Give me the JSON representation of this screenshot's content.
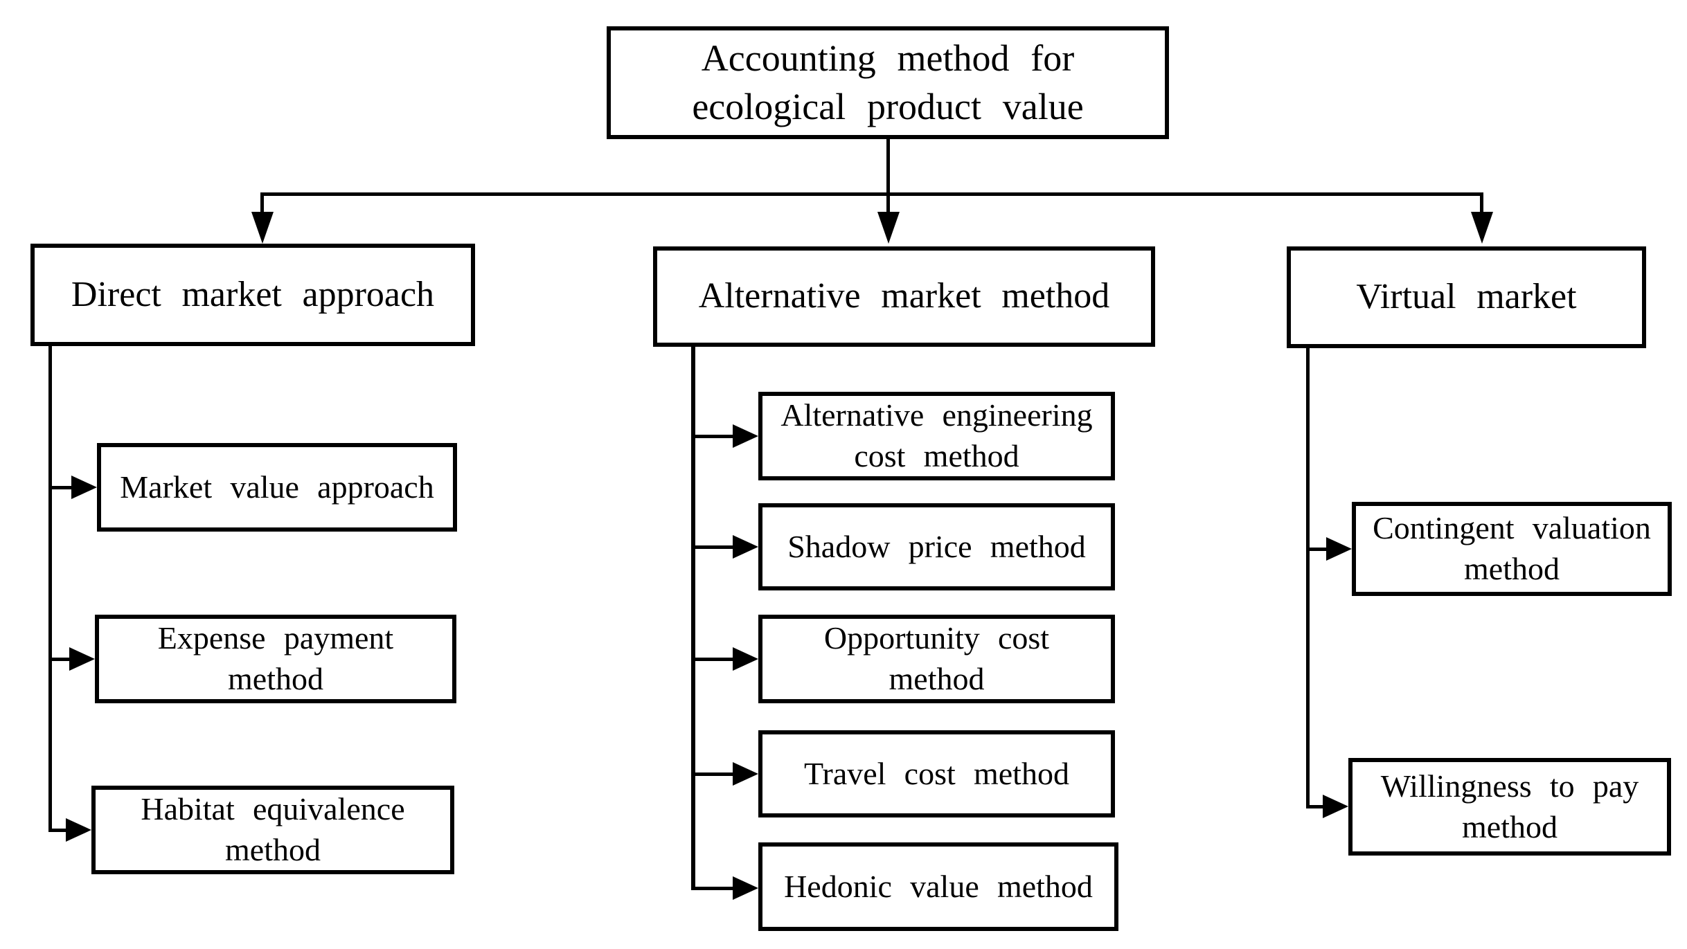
{
  "diagram": {
    "colors": {
      "ink": "#000000",
      "background": "#ffffff"
    },
    "root": {
      "label": "Accounting method for\necological product value"
    },
    "branches": [
      {
        "label": "Direct market approach",
        "children": [
          {
            "label": "Market value approach"
          },
          {
            "label": "Expense payment\nmethod"
          },
          {
            "label": "Habitat equivalence\nmethod"
          }
        ]
      },
      {
        "label": "Alternative market method",
        "children": [
          {
            "label": "Alternative engineering\ncost method"
          },
          {
            "label": "Shadow price method"
          },
          {
            "label": "Opportunity cost\nmethod"
          },
          {
            "label": "Travel cost method"
          },
          {
            "label": "Hedonic value method"
          }
        ]
      },
      {
        "label": "Virtual market",
        "children": [
          {
            "label": "Contingent valuation\nmethod"
          },
          {
            "label": "Willingness to pay\nmethod"
          }
        ]
      }
    ]
  }
}
